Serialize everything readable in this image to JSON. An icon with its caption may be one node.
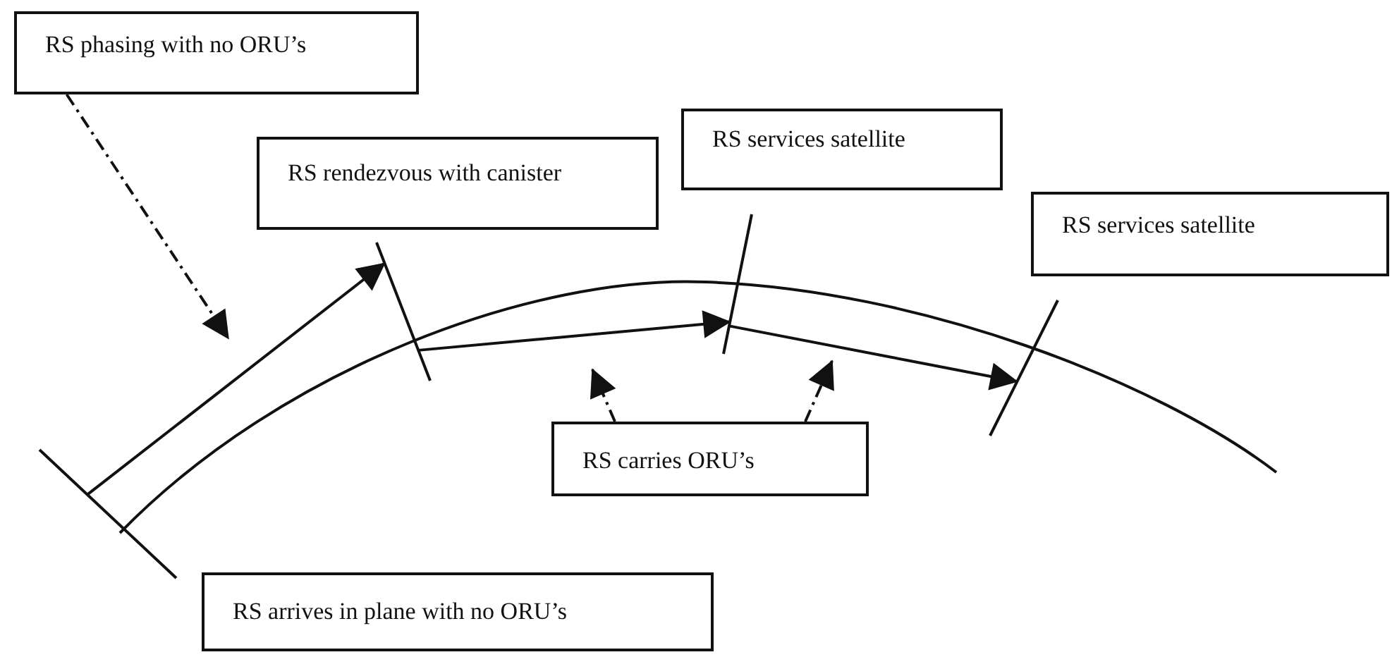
{
  "diagram": {
    "nodes": [
      {
        "text": [
          "RS phasing with no ORU’s"
        ]
      },
      {
        "text": [
          "RS rendezvous with canister"
        ]
      },
      {
        "text": [
          "RS services satellite"
        ]
      },
      {
        "text": [
          "RS services satellite"
        ]
      },
      {
        "text": [
          "RS carries ORU’s"
        ]
      },
      {
        "text": [
          "RS arrives in plane with no ORU’s"
        ]
      },
      {
        "text": [],
        "shape": "bar"
      },
      {
        "text": [],
        "shape": "bar"
      },
      {
        "text": [],
        "shape": "bar"
      },
      {
        "text": [],
        "shape": "bar"
      }
    ],
    "edges": [
      {
        "from": 6,
        "to": 7,
        "arrow": "to"
      },
      {
        "from": 7,
        "to": 8,
        "arrow": "to"
      },
      {
        "from": 8,
        "to": 9,
        "arrow": "to"
      },
      {
        "from": 0,
        "to": null,
        "arrow": "to",
        "style": "dashed"
      },
      {
        "from": 4,
        "to": null,
        "arrow": "to",
        "style": "dashed"
      },
      {
        "from": 4,
        "to": null,
        "arrow": "to",
        "style": "dashed"
      }
    ]
  }
}
